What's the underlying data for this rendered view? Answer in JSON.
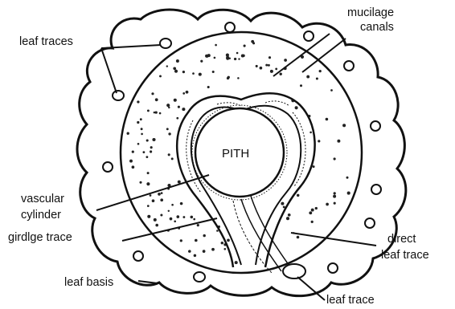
{
  "labels": {
    "leaf_traces": "leaf traces",
    "mucilage_line1": "mucilage",
    "mucilage_line2": "canals",
    "pith": "PITH",
    "vascular_line1": "vascular",
    "vascular_line2": "cylinder",
    "girdle_trace": "girdlge trace",
    "direct_line1": "direct",
    "direct_line2": "leaf trace",
    "leaf_basis": "leaf basis",
    "leaf_trace": "leaf trace"
  }
}
